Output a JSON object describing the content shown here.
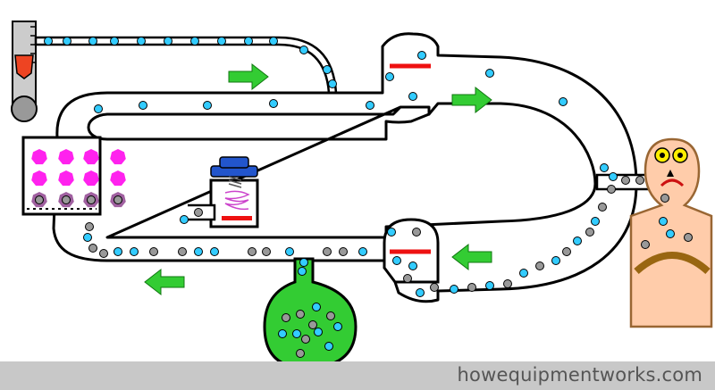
{
  "footer": {
    "site": "howequipmentworks.com"
  },
  "colors": {
    "circuit_outline": "#000000",
    "circuit_fill": "#ffffff",
    "fresh_gas_bubble": "#33ccff",
    "exhaled_gas_bubble": "#999999",
    "flow_arrow": "#33cc33",
    "valve_disc": "#ee1111",
    "absorbent_fresh": "#ff22ee",
    "absorbent_spent": "#a060a0",
    "reservoir_bag": "#33cc33",
    "apl_valve_cap": "#2255cc",
    "apl_valve_spring": "#cc44cc",
    "flowmeter_bobbin": "#ee4422",
    "patient_skin": "#ffccaa",
    "patient_outline": "#996633",
    "patient_eyes": "#ffee00",
    "footer_background": "#c8c8c8"
  },
  "icons": [
    "flowmeter-icon",
    "co2-absorber-icon",
    "apl-valve-icon",
    "reservoir-bag-icon",
    "inspiratory-valve-icon",
    "expiratory-valve-icon",
    "patient-icon",
    "flow-arrow-icon"
  ],
  "flow_directions": [
    "right",
    "right",
    "left",
    "left"
  ]
}
